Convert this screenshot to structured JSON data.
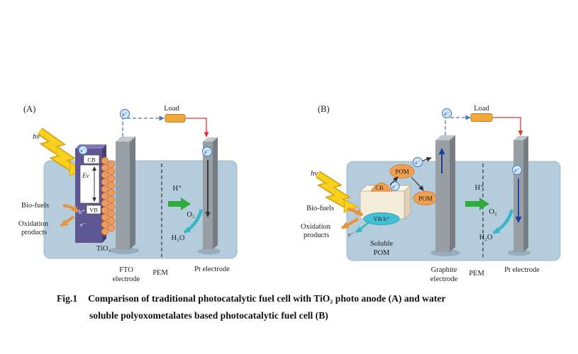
{
  "palette": {
    "bath_blue": "#b5ccdc",
    "tio2_slab_purple": "#5f5694",
    "electrode_gray": "#98a0a6",
    "nanoparticle_orange": "#f09a5e",
    "pom_orange": "#f0a050",
    "vb_cyan": "#43c0d3",
    "proton_green": "#2faa3c",
    "o2_arrow_cyan": "#35b7c6",
    "wire_red": "#d93a2e",
    "wire_blue": "#4a72c8",
    "resistor_yellow": "#f2a93b",
    "lightning_yellow": "#f8d01f"
  },
  "panelA": {
    "label": "(A)",
    "hv": "hν",
    "load": "Load",
    "electron": "e⁻",
    "hole": "h⁺",
    "cb": "CB",
    "vb": "VB",
    "ev": "Ev",
    "tio2": "TiO₂",
    "biofuels": "Bio-fuels",
    "oxidation1": "Oxidation",
    "oxidation2": "products",
    "proton": "H⁺",
    "o2": "O₂",
    "h2o": "H₂O",
    "electrode1": "FTO",
    "electrode2": "electrode",
    "pem": "PEM",
    "pt": "Pt electrode"
  },
  "panelB": {
    "label": "(B)",
    "hv": "hν",
    "load": "Load",
    "electron": "e⁻",
    "cb": "CB",
    "vb_h": "VB h⁺",
    "pom": "POM",
    "soluble1": "Soluble",
    "soluble2": "POM",
    "biofuels": "Bio-fuels",
    "oxidation1": "Oxidation",
    "oxidation2": "products",
    "proton": "H⁺",
    "o2": "O₂",
    "h2o": "H₂O",
    "electrode1": "Graphite",
    "electrode2": "electrode",
    "pem": "PEM",
    "pt": "Pt electrode"
  },
  "caption": {
    "fig": "Fig.1",
    "line1": "Comparison of traditional photocatalytic fuel cell with TiO₂ photo anode (A) and water",
    "line2": "soluble polyoxometalates based photocatalytic fuel cell (B)"
  }
}
